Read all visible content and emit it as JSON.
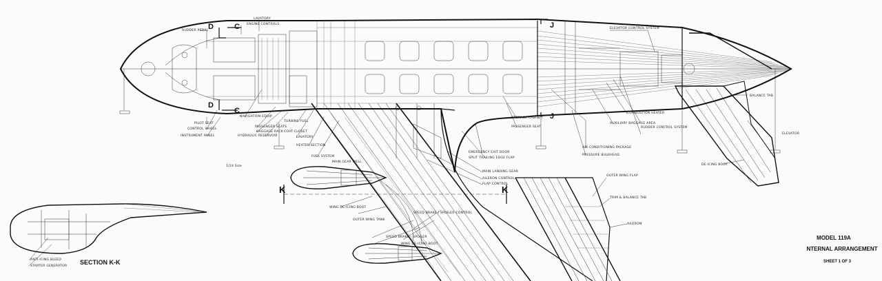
{
  "title_block": {
    "model": "MODEL 119A",
    "title": "NTERNAL ARRANGEMENT",
    "sheet": "SHEET 1 OF 3"
  },
  "section_markers": {
    "d_upper": "D",
    "c_upper": "C",
    "d_lower": "D",
    "c_lower": "C",
    "j_upper": "J",
    "j_lower": "J",
    "k_left": "K",
    "k_right": "K"
  },
  "section_title": "SECTION K-K",
  "scale_note": "1/24 Size",
  "callouts": {
    "rudder_pedal": "RUDDER PEDAL",
    "engine_controls": "ENGINE CONTROLS",
    "lavatory": "LAVATORY",
    "pilot_seat": "PILOT SEAT",
    "control_wheel": "CONTROL WHEEL",
    "instrument_panel": "INSTRUMENT PANEL",
    "navigation_equip": "NAVIGATION EQUIP",
    "turbine_fuel": "TURBINE FUEL",
    "passenger_seats": "PASSENGER SEATS",
    "baggage_rack": "BAGGAGE RACK",
    "hydraulic_reservoir": "HYDRAULIC RESERVOIR",
    "coat_closet": "COAT CLOSET",
    "lavatory_2": "LAVATORY",
    "heater_section": "HEATER SECTION",
    "fuel_system": "FUEL SYSTEM",
    "main_gear_well": "MAIN GEAR WELL",
    "storage_cabinet": "STORAGE CABINET",
    "passenger_seat": "PASSENGER SEAT",
    "emergency_exit": "EMERGENCY EXIT DOOR",
    "split_trailing_edge_flap": "SPLIT TRAILING EDGE FLAP",
    "main_landing_gear": "MAIN LANDING GEAR",
    "aileron_control": "AILERON CONTROL",
    "flap_control": "FLAP CONTROL",
    "air_conditioning": "AIR CONDITIONING PACKAGE",
    "pressure_bulkhead": "PRESSURE BULKHEAD",
    "auxiliary_baggage": "AUXILIARY BAGGAGE AREA",
    "combustion_heater": "COMBUSTION HEATER",
    "rudder_control_system": "RUDDER CONTROL SYSTEM",
    "elevator_control_system": "ELEVATOR CONTROL SYSTEM",
    "balance_tab": "BALANCE TAB",
    "elevator": "ELEVATOR",
    "dorsal_boot": "DE-ICING BOOT",
    "outer_wing_flap": "OUTER WING FLAP",
    "trim_balance_tab": "TRIM & BALANCE TAB",
    "aileron": "AILERON",
    "speed_brake": "SPEED BRAKE - SPOILER",
    "speed_brake_control": "SPEED BRAKE / SPOILER CONTROL",
    "wing_deicing_boot": "WING DE-ICING BOOT",
    "outer_wing_tank": "OUTER WING TANK",
    "wing_deicing_boot_2": "WING DE-ICING BOOT",
    "anti_icing_bleed": "ANTI-ICING BLEED",
    "starter_generator": "STARTER GENERATOR"
  }
}
